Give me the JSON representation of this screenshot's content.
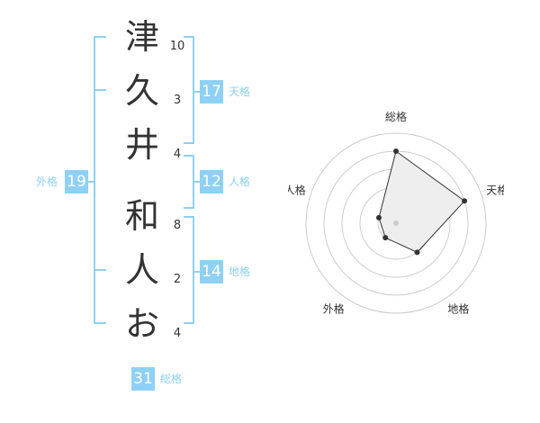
{
  "name_chars": [
    {
      "char": "津",
      "strokes": "10"
    },
    {
      "char": "久",
      "strokes": "3"
    },
    {
      "char": "井",
      "strokes": "4"
    },
    {
      "char": "和",
      "strokes": "8"
    },
    {
      "char": "人",
      "strokes": "2"
    },
    {
      "char": "お",
      "strokes": "4"
    }
  ],
  "fortune": {
    "tenkaku": {
      "value": "17",
      "label": "天格"
    },
    "jinkaku": {
      "value": "12",
      "label": "人格"
    },
    "chikaku": {
      "value": "14",
      "label": "地格"
    },
    "gaikaku": {
      "value": "19",
      "label": "外格"
    },
    "soukaku": {
      "value": "31",
      "label": "総格"
    }
  },
  "chart_data": {
    "type": "radar",
    "axes": [
      "総格",
      "天格",
      "地格",
      "外格",
      "人格"
    ],
    "values": [
      4,
      4,
      2,
      1,
      1
    ],
    "range": [
      0,
      5
    ],
    "colors": {
      "accent": "#8fd0f5",
      "grid": "#cccccc",
      "line": "#333333",
      "fill": "#eeeeee"
    }
  }
}
